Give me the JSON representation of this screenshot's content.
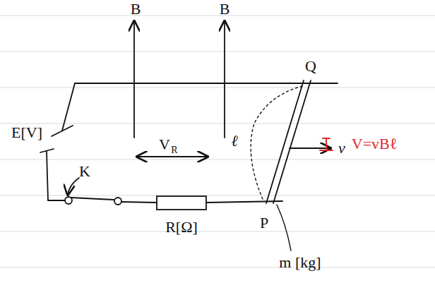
{
  "diagram": {
    "labels": [
      "B",
      "B",
      "Q",
      "E[V]",
      "K",
      "V",
      "R",
      "ℓ",
      "V=vBℓ",
      "v",
      "P",
      "R[Ω]",
      "m [kg]"
    ]
  }
}
